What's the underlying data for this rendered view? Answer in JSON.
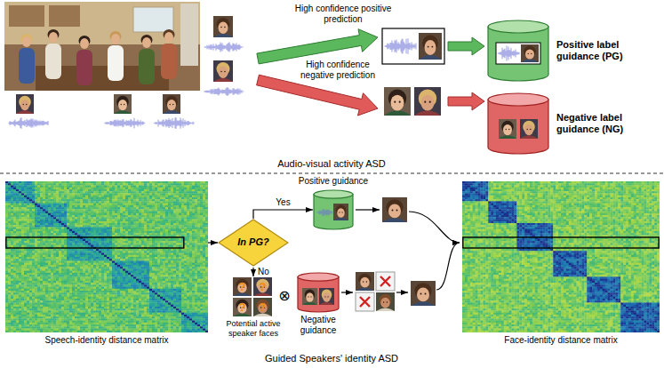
{
  "diagram": {
    "nodes": [
      {
        "text": [
          "Positive label guidance (PG)"
        ]
      },
      {
        "text": [
          "Negative label guidance (NG)"
        ]
      },
      {
        "text": [
          "Speech-identity distance matrix"
        ]
      },
      {
        "text": [
          "In PG?"
        ]
      },
      {
        "text": [
          "Positive guidance"
        ]
      },
      {
        "text": [
          "Negative guidance"
        ]
      },
      {
        "text": [
          "Face-identity distance matrix"
        ]
      }
    ],
    "edges": [
      {
        "from": 2,
        "to": 3,
        "arrow": "to"
      },
      {
        "from": 3,
        "to": 4,
        "label": "Yes",
        "arrow": "to"
      }
    ],
    "labels": [
      "High confidence positive prediction",
      "High confidence negative prediction",
      "Audio-visual activity ASD",
      "No",
      "?",
      "?",
      "?",
      "?",
      "⊗",
      "Potential active speaker faces",
      "Guided Speakers' identity ASD"
    ]
  }
}
